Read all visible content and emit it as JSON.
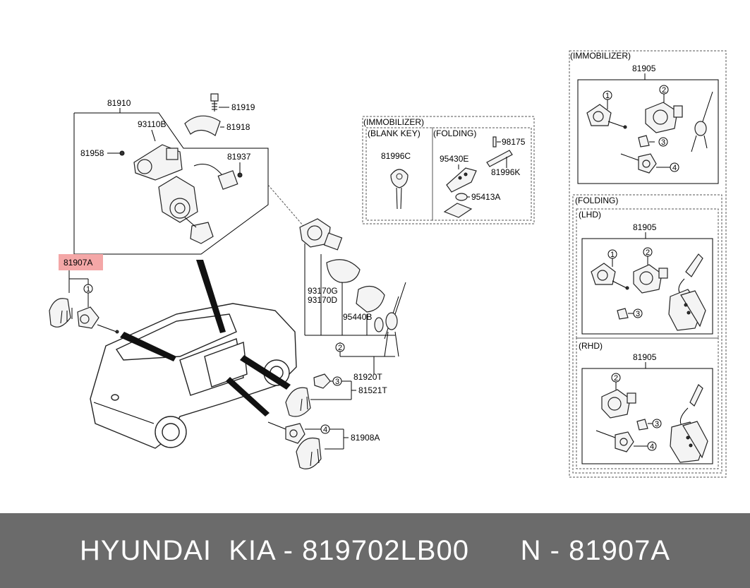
{
  "diagram": {
    "part_labels": {
      "p81910": "81910",
      "p81919": "81919",
      "p81918": "81918",
      "p93110b": "93110B",
      "p81958": "81958",
      "p81937": "81937",
      "p81907a": "81907A",
      "p93170g": "93170G",
      "p93170d": "93170D",
      "p95440b": "95440B",
      "p81920t": "81920T",
      "p81521t": "81521T",
      "p81908a": "81908A",
      "p81996c": "81996C",
      "p95430e": "95430E",
      "p98175": "98175",
      "p81996k": "81996K",
      "p95413a": "95413A",
      "p81905_imm": "81905",
      "p81905_lhd": "81905",
      "p81905_rhd": "81905"
    },
    "section_headers": {
      "immobilizer_mid": "(IMMOBILIZER)",
      "blank_key": "(BLANK KEY)",
      "folding_mid": "(FOLDING)",
      "immobilizer_right": "(IMMOBILIZER)",
      "folding_right": "(FOLDING)",
      "lhd": "(LHD)",
      "rhd": "(RHD)"
    },
    "callouts": {
      "c1": "1",
      "c2": "2",
      "c3": "3",
      "c4": "4"
    },
    "highlight_color": "#f4a7a7"
  },
  "footer": {
    "brand": "HYUNDAI",
    "kia_part": "KIA - 819702LB00",
    "n_part": "N - 81907A"
  }
}
